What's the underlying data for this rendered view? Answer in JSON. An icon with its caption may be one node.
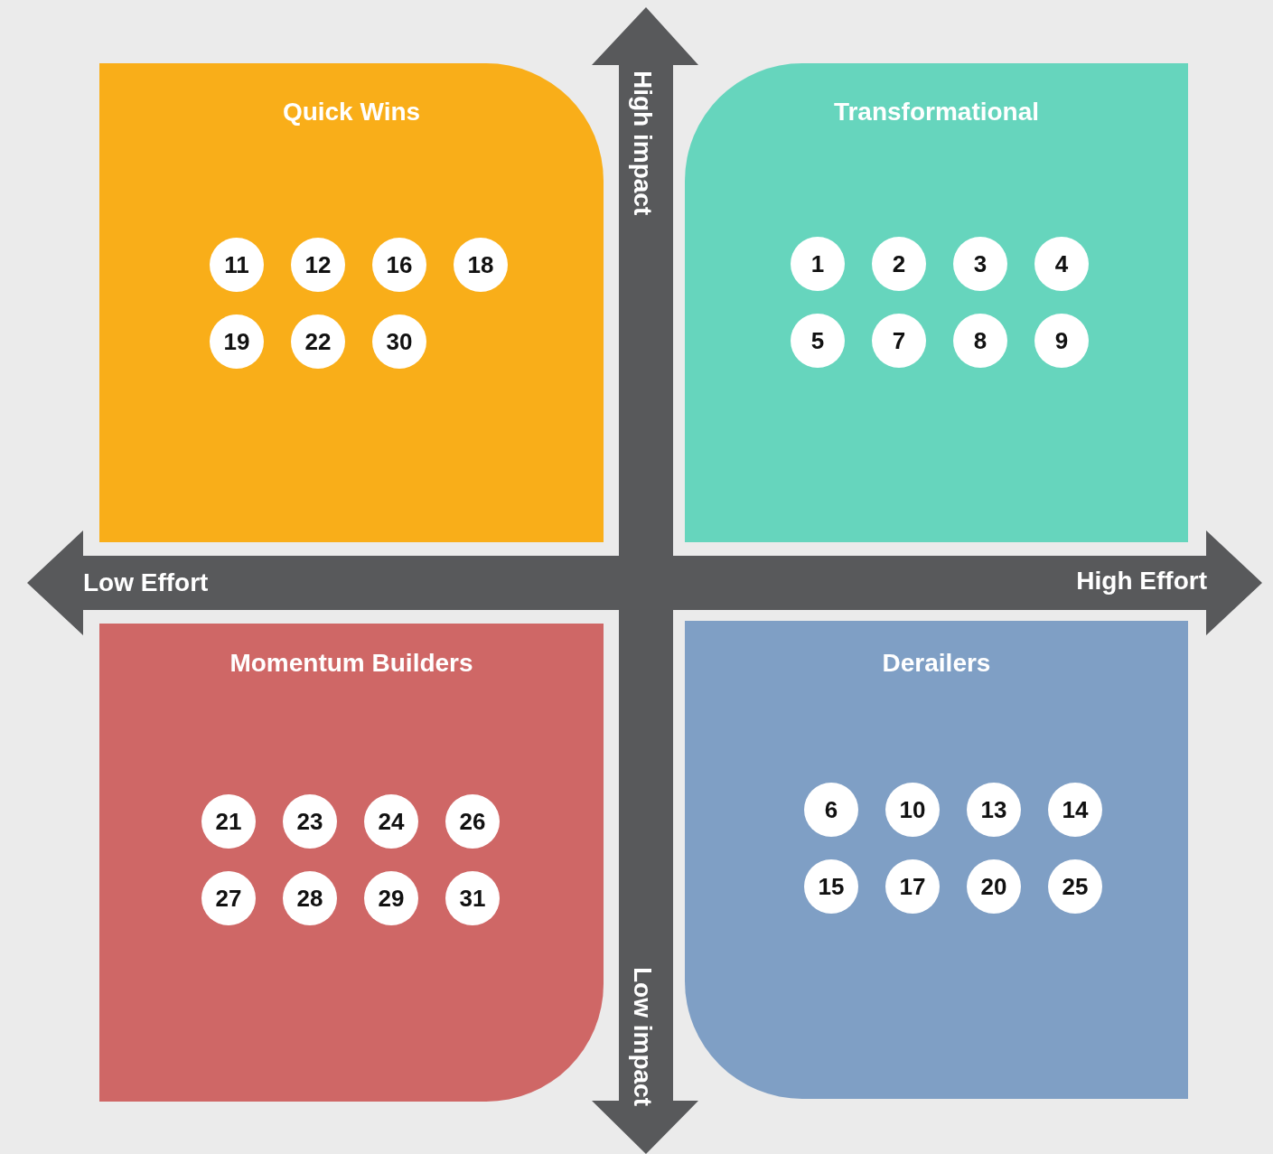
{
  "diagram": {
    "nodes": [
      {
        "text": [
          "Quick Wins"
        ]
      },
      {
        "text": [
          "11"
        ],
        "in": 0
      },
      {
        "text": [
          "12"
        ],
        "in": 0
      },
      {
        "text": [
          "16"
        ],
        "in": 0
      },
      {
        "text": [
          "18"
        ],
        "in": 0
      },
      {
        "text": [
          "19"
        ],
        "in": 0
      },
      {
        "text": [
          "22"
        ],
        "in": 0
      },
      {
        "text": [
          "30"
        ],
        "in": 0
      },
      {
        "text": [
          "Transformational"
        ]
      },
      {
        "text": [
          "1"
        ],
        "in": 8
      },
      {
        "text": [
          "2"
        ],
        "in": 8
      },
      {
        "text": [
          "3"
        ],
        "in": 8
      },
      {
        "text": [
          "4"
        ],
        "in": 8
      },
      {
        "text": [
          "5"
        ],
        "in": 8
      },
      {
        "text": [
          "7"
        ],
        "in": 8
      },
      {
        "text": [
          "8"
        ],
        "in": 8
      },
      {
        "text": [
          "9"
        ],
        "in": 8
      },
      {
        "text": [
          "Momentum Builders"
        ]
      },
      {
        "text": [
          "21"
        ],
        "in": 17
      },
      {
        "text": [
          "23"
        ],
        "in": 17
      },
      {
        "text": [
          "24"
        ],
        "in": 17
      },
      {
        "text": [
          "26"
        ],
        "in": 17
      },
      {
        "text": [
          "27"
        ],
        "in": 17
      },
      {
        "text": [
          "28"
        ],
        "in": 17
      },
      {
        "text": [
          "29"
        ],
        "in": 17
      },
      {
        "text": [
          "31"
        ],
        "in": 17
      },
      {
        "text": [
          "Derailers"
        ]
      },
      {
        "text": [
          "6"
        ],
        "in": 26
      },
      {
        "text": [
          "10"
        ],
        "in": 26
      },
      {
        "text": [
          "13"
        ],
        "in": 26
      },
      {
        "text": [
          "14"
        ],
        "in": 26
      },
      {
        "text": [
          "15"
        ],
        "in": 26
      },
      {
        "text": [
          "17"
        ],
        "in": 26
      },
      {
        "text": [
          "20"
        ],
        "in": 26
      },
      {
        "text": [
          "25"
        ],
        "in": 26
      }
    ],
    "edges": [],
    "labels": [
      "High impact",
      "Low Effort",
      "High Effort",
      "Low impact"
    ]
  }
}
